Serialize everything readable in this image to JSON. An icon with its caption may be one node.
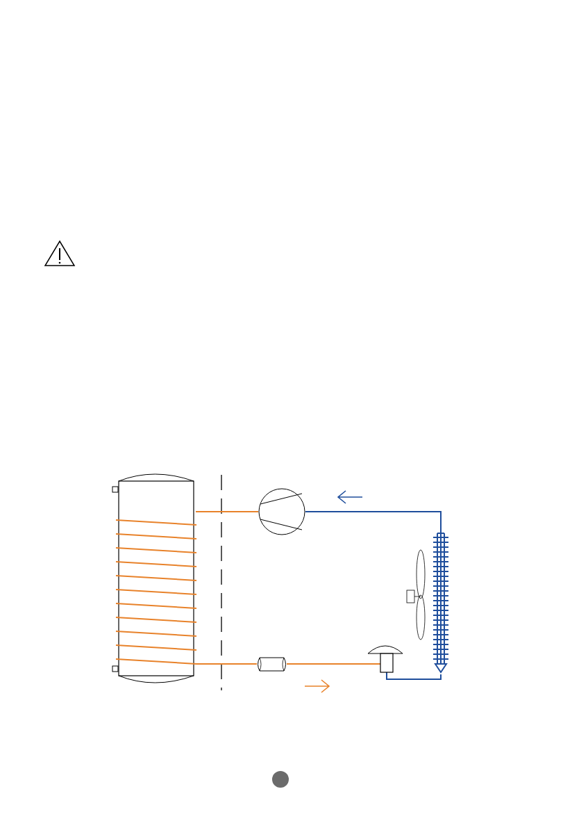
{
  "diagram": {
    "nodes": [
      {
        "text": [],
        "shape": "tank"
      },
      {
        "text": [],
        "shape": "circle"
      },
      {
        "text": [],
        "shape": "cylinder"
      },
      {
        "text": [],
        "shape": "valve"
      },
      {
        "text": [],
        "shape": "coil"
      }
    ],
    "edges": [
      {
        "from": 1,
        "to": 0,
        "arrow": "none"
      },
      {
        "from": 0,
        "to": 2,
        "arrow": "none"
      },
      {
        "from": 2,
        "to": 3,
        "arrow": "none"
      },
      {
        "from": 3,
        "to": 4,
        "arrow": "none",
        "color": "#1f4e9c"
      },
      {
        "from": 4,
        "to": 1,
        "arrow": "none",
        "color": "#1f4e9c"
      }
    ]
  }
}
